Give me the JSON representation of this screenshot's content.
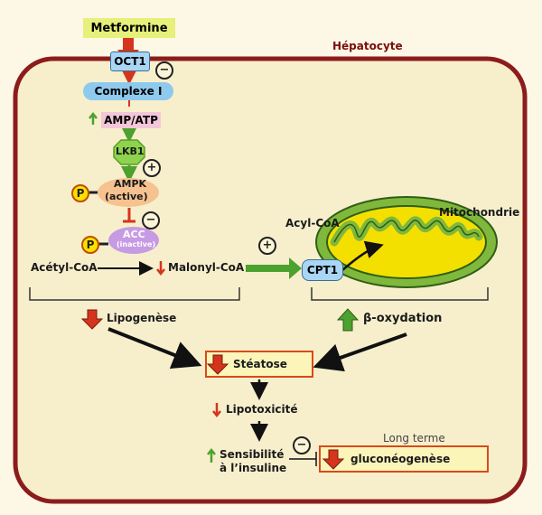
{
  "labels": {
    "metformine": "Metformine",
    "hepatocyte": "Hépatocyte",
    "oct1": "OCT1",
    "complexe_i": "Complexe I",
    "amp_atp": "AMP/ATP",
    "lkb1": "LKB1",
    "ampk_line1": "AMPK",
    "ampk_line2": "(active)",
    "acc_line1": "ACC",
    "acc_line2": "(inactive)",
    "p_badge": "P",
    "acetyl_coa": "Acétyl-CoA",
    "malonyl_coa": "Malonyl-CoA",
    "acyl_coa": "Acyl-CoA",
    "mitochondrie": "Mitochondrie",
    "cpt1": "CPT1",
    "lipogenese": "Lipogenèse",
    "beta_oxydation": "β-oxydation",
    "steatose": "Stéatose",
    "lipotoxicite": "Lipotoxicité",
    "sensibilite_line1": "Sensibilité",
    "sensibilite_line2": "à l’insuline",
    "long_terme": "Long terme",
    "gluconeogenese": "gluconéogenèse",
    "plus_sign": "+",
    "minus_sign": "−"
  },
  "colors": {
    "cell_border": "#8c1c1c",
    "cell_fill": "#f7efcc",
    "metformine_box": "#e6f07a",
    "complexe_fill": "#8ec9ee",
    "amp_fill": "#f4c6d9",
    "ampk_fill": "#f6c28f",
    "acc_fill": "#c79be4",
    "lkb1_fill": "#8ed24e",
    "mito_outer": "#7fb83c",
    "mito_inner": "#f4e000",
    "cpt1_fill": "#a9d6f5",
    "steatose_fill": "#fbf5ba",
    "steatose_border": "#d94a1a",
    "arrow_red": "#d4351c",
    "arrow_green": "#4ca12f"
  },
  "icons": [
    "up-arrow-green",
    "down-arrow-red",
    "plus-circle",
    "minus-circle",
    "phospho-badge",
    "mitochondrion"
  ]
}
